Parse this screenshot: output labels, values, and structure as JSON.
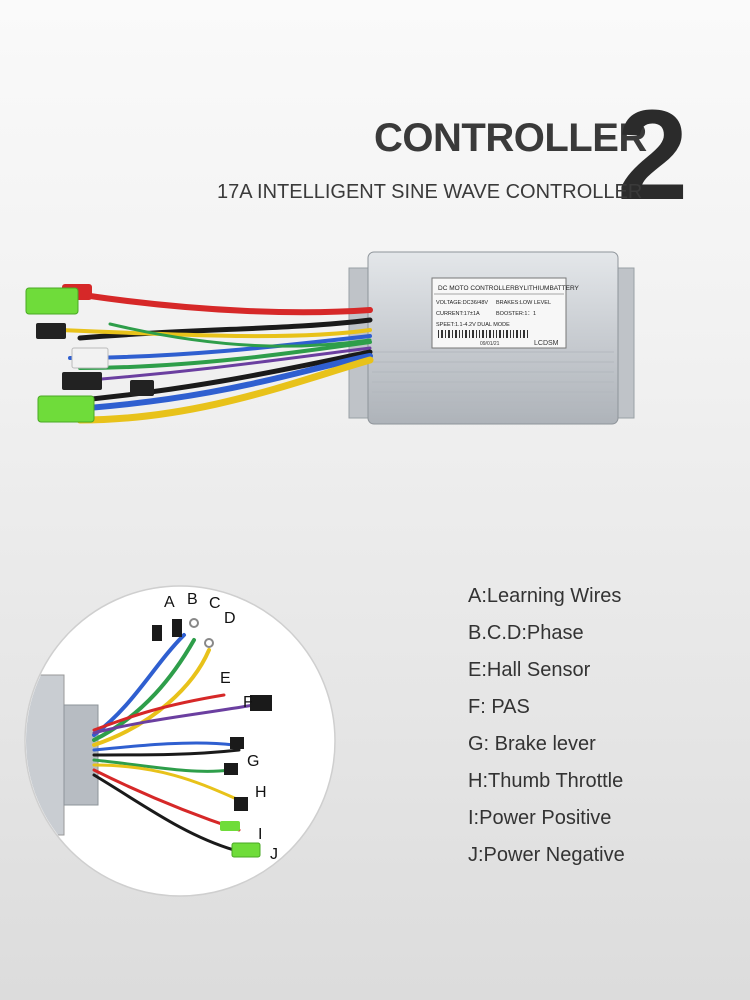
{
  "header": {
    "title": "CONTROLLER",
    "number": "2",
    "subtitle": "17A INTELLIGENT SINE WAVE CONTROLLER"
  },
  "product_label": {
    "line1": "DC MOTO CONTROLLERBYLITHIUMBATTERY",
    "voltage": "VOLTAGE:DC36/48V",
    "brakes": "BRAKES:LOW LEVEL",
    "current": "CURRENT:17±1A",
    "booster": "BOOSTER:1：1",
    "speed": "SPEET:1.1-4.2V DUAL MODE",
    "date": "09/01/21",
    "brand": "LCDSM"
  },
  "wire_letters": [
    "A",
    "B",
    "C",
    "D",
    "E",
    "F",
    "G",
    "H",
    "I",
    "J"
  ],
  "legend": [
    "A:Learning Wires",
    "B.C.D:Phase",
    "E:Hall Sensor",
    "F:  PAS",
    "G:  Brake lever",
    "H:Thumb Throttle",
    "I:Power Positive",
    "J:Power Negative"
  ],
  "colors": {
    "title": "#3a3a3a",
    "number": "#2b2b2b",
    "wire_red": "#d62828",
    "wire_black": "#1a1a1a",
    "wire_blue": "#2f5fd0",
    "wire_green": "#2e9e4a",
    "wire_yellow": "#e8c21a",
    "wire_purple": "#6b3fa0",
    "connector_green": "#6fdc3a",
    "casing": "#c9cdd2"
  }
}
